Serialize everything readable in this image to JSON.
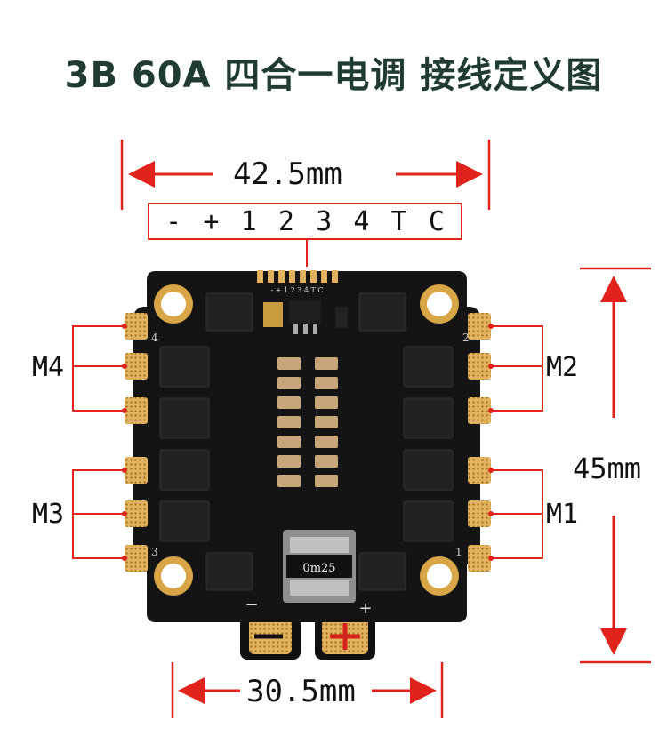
{
  "title": "3B 60A 四合一电调 接线定义图",
  "dimensions": {
    "width_label": "42.5mm",
    "height_label": "45mm",
    "mount_label": "30.5mm"
  },
  "pin_header": {
    "labels": [
      "-",
      "+",
      "1",
      "2",
      "3",
      "4",
      "T",
      "C"
    ]
  },
  "motors": {
    "m1": "M1",
    "m2": "M2",
    "m3": "M3",
    "m4": "M4"
  },
  "board": {
    "silkscreen_pins": "- + 1 2 3 4 T C",
    "corner_2": "2",
    "corner_4": "4",
    "corner_3": "3",
    "corner_1": "1",
    "shunt_label": "0m25",
    "minus_mark": "−",
    "plus_mark": "+"
  },
  "colors": {
    "annotation_red": "#e0231b",
    "title": "#1f3b34",
    "board": "#111111",
    "pad_gold": "#d9a84a"
  }
}
